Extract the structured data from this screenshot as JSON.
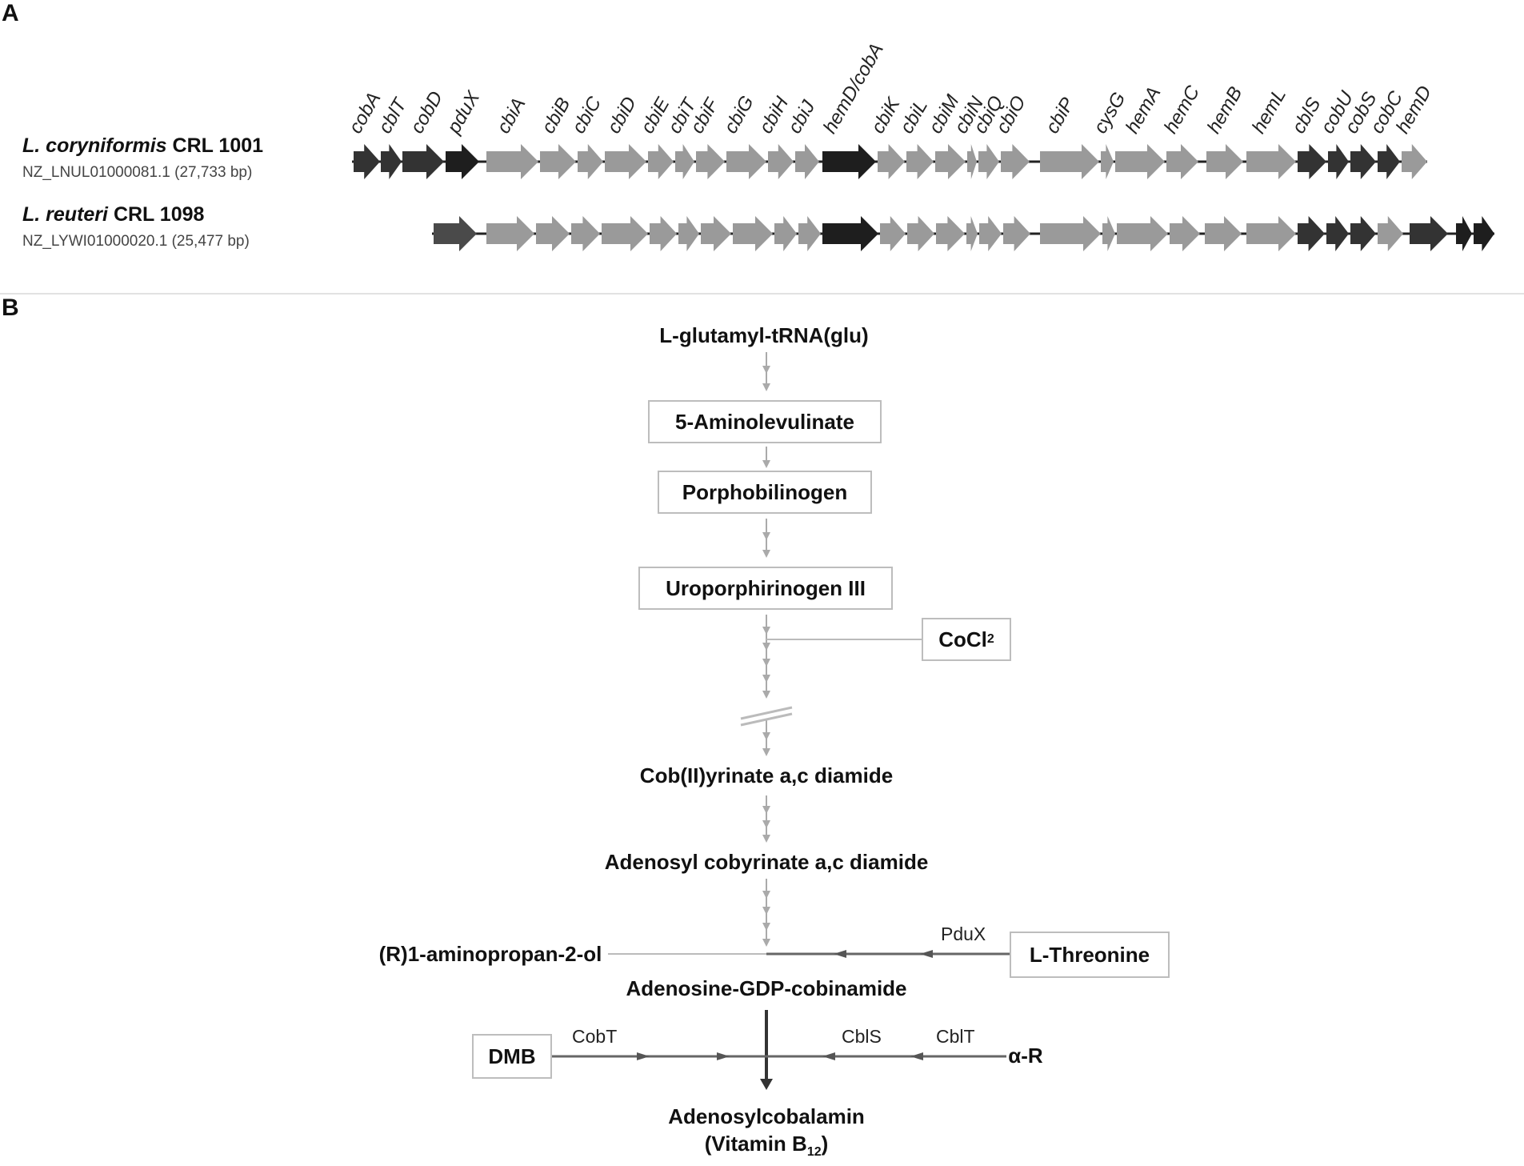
{
  "panel_a": {
    "letter": "A",
    "strains": [
      {
        "name_italic": "L. coryniformis",
        "name_plain": "CRL 1001",
        "accession": "NZ_LNUL01000081.1 (27,733 bp)"
      },
      {
        "name_italic": "L. reuteri",
        "name_plain": "CRL 1098",
        "accession": "NZ_LYWI01000020.1 (25,477 bp)"
      }
    ],
    "gene_labels": [
      "cobA",
      "cblT",
      "cobD",
      "pduX",
      "cbiA",
      "cbiB",
      "cbiC",
      "cbiD",
      "cbiE",
      "cbiT",
      "cbiF",
      "cbiG",
      "cbiH",
      "cbiJ",
      "hemD/cobA",
      "cbiK",
      "cbiL",
      "cbiM",
      "cbiN",
      "cbiQ",
      "cbiO",
      "cbiP",
      "cysG",
      "hemA",
      "hemC",
      "hemB",
      "hemL",
      "cblS",
      "cobU",
      "cobS",
      "cobC",
      "hemD"
    ],
    "colors": {
      "dark": "#333333",
      "darker": "#1e1e1e",
      "mid": "#4a4a4a",
      "light": "#9a9a9a"
    }
  },
  "panel_b": {
    "letter": "B",
    "nodes": {
      "glutamyl": "L-glutamyl-tRNA(glu)",
      "ala": "5-Aminolevulinate",
      "pbg": "Porphobilinogen",
      "uro": "Uroporphirinogen III",
      "cocl2_main": "CoCl",
      "cocl2_sub": "2",
      "cob": "Cob(II)yrinate a,c diamide",
      "adocob": "Adenosyl cobyrinate a,c diamide",
      "aminoprop": "(R)1-aminopropan-2-ol",
      "threonine": "L-Threonine",
      "gdp": "Adenosine-GDP-cobinamide",
      "dmb": "DMB",
      "alphar": "α-R",
      "final1": "Adenosylcobalamin",
      "final2_main": "(Vitamin B",
      "final2_sub": "12",
      "final2_end": ")"
    },
    "enzymes": {
      "pdux": "PduX",
      "cobt": "CobT",
      "cbls": "CblS",
      "cblt": "CblT"
    }
  }
}
